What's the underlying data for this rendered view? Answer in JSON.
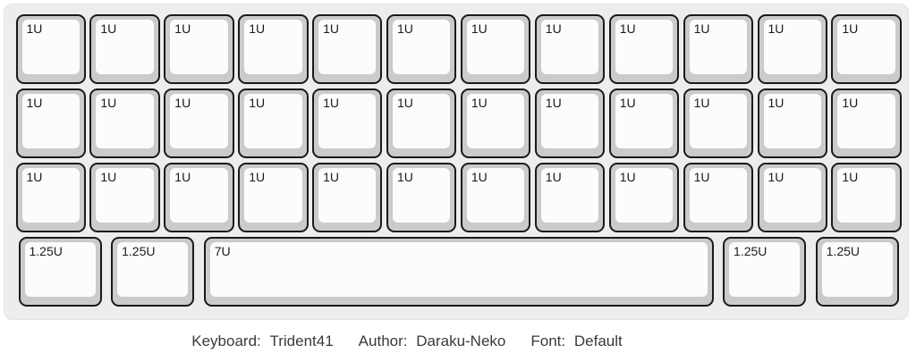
{
  "board": {
    "colors": {
      "panel": "#ededee",
      "key_border": "#1a1a1a",
      "key_base": "#cbcbcb",
      "key_top": "#fcfcfc",
      "label_color": "#1c1c1c",
      "caption_color": "#3a3a3a"
    },
    "rows": [
      {
        "keys": [
          {
            "label": "1U",
            "w": 1
          },
          {
            "label": "1U",
            "w": 1
          },
          {
            "label": "1U",
            "w": 1
          },
          {
            "label": "1U",
            "w": 1
          },
          {
            "label": "1U",
            "w": 1
          },
          {
            "label": "1U",
            "w": 1
          },
          {
            "label": "1U",
            "w": 1
          },
          {
            "label": "1U",
            "w": 1
          },
          {
            "label": "1U",
            "w": 1
          },
          {
            "label": "1U",
            "w": 1
          },
          {
            "label": "1U",
            "w": 1
          },
          {
            "label": "1U",
            "w": 1
          }
        ]
      },
      {
        "keys": [
          {
            "label": "1U",
            "w": 1
          },
          {
            "label": "1U",
            "w": 1
          },
          {
            "label": "1U",
            "w": 1
          },
          {
            "label": "1U",
            "w": 1
          },
          {
            "label": "1U",
            "w": 1
          },
          {
            "label": "1U",
            "w": 1
          },
          {
            "label": "1U",
            "w": 1
          },
          {
            "label": "1U",
            "w": 1
          },
          {
            "label": "1U",
            "w": 1
          },
          {
            "label": "1U",
            "w": 1
          },
          {
            "label": "1U",
            "w": 1
          },
          {
            "label": "1U",
            "w": 1
          }
        ]
      },
      {
        "keys": [
          {
            "label": "1U",
            "w": 1
          },
          {
            "label": "1U",
            "w": 1
          },
          {
            "label": "1U",
            "w": 1
          },
          {
            "label": "1U",
            "w": 1
          },
          {
            "label": "1U",
            "w": 1
          },
          {
            "label": "1U",
            "w": 1
          },
          {
            "label": "1U",
            "w": 1
          },
          {
            "label": "1U",
            "w": 1
          },
          {
            "label": "1U",
            "w": 1
          },
          {
            "label": "1U",
            "w": 1
          },
          {
            "label": "1U",
            "w": 1
          },
          {
            "label": "1U",
            "w": 1
          }
        ]
      },
      {
        "keys": [
          {
            "label": "1.25U",
            "w": 1.25
          },
          {
            "label": "1.25U",
            "w": 1.25
          },
          {
            "label": "7U",
            "w": 7
          },
          {
            "label": "1.25U",
            "w": 1.25
          },
          {
            "label": "1.25U",
            "w": 1.25
          }
        ]
      }
    ]
  },
  "footer": {
    "keyboard": {
      "label": "Keyboard:",
      "value": "Trident41"
    },
    "author": {
      "label": "Author:",
      "value": "Daraku-Neko"
    },
    "font": {
      "label": "Font:",
      "value": "Default"
    }
  }
}
